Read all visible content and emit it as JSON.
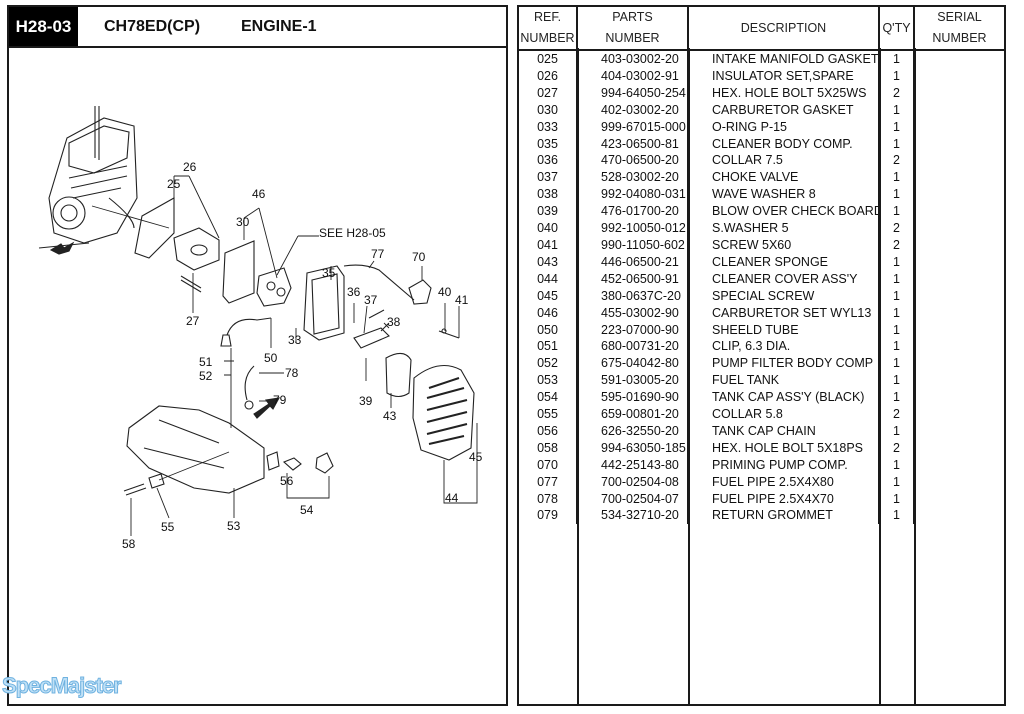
{
  "header": {
    "page_code": "H28-03",
    "model": "CH78ED(CP)",
    "section": "ENGINE-1"
  },
  "diagram": {
    "reference_note": "SEE H28-05",
    "callouts": [
      "26",
      "25",
      "46",
      "30",
      "27",
      "70",
      "77",
      "35",
      "36",
      "37",
      "38",
      "40",
      "41",
      "33",
      "50",
      "51",
      "52",
      "78",
      "79",
      "39",
      "43",
      "45",
      "44",
      "56",
      "54",
      "53",
      "55",
      "58"
    ]
  },
  "watermark": "SpecMajster",
  "table": {
    "columns": [
      {
        "line1": "REF.",
        "line2": "NUMBER"
      },
      {
        "line1": "PARTS",
        "line2": "NUMBER"
      },
      {
        "line1": "DESCRIPTION",
        "line2": ""
      },
      {
        "line1": "Q'TY",
        "line2": ""
      },
      {
        "line1": "SERIAL",
        "line2": "NUMBER"
      }
    ],
    "rows": [
      {
        "ref": "025",
        "part": "403-03002-20",
        "desc": "INTAKE MANIFOLD GASKET",
        "qty": "1",
        "serial": ""
      },
      {
        "ref": "026",
        "part": "404-03002-91",
        "desc": "INSULATOR SET,SPARE",
        "qty": "1",
        "serial": ""
      },
      {
        "ref": "027",
        "part": "994-64050-254",
        "desc": "HEX. HOLE BOLT 5X25WS",
        "qty": "2",
        "serial": ""
      },
      {
        "ref": "030",
        "part": "402-03002-20",
        "desc": "CARBURETOR GASKET",
        "qty": "1",
        "serial": ""
      },
      {
        "ref": "033",
        "part": "999-67015-000",
        "desc": "O-RING P-15",
        "qty": "1",
        "serial": ""
      },
      {
        "ref": "035",
        "part": "423-06500-81",
        "desc": "CLEANER BODY COMP.",
        "qty": "1",
        "serial": ""
      },
      {
        "ref": "036",
        "part": "470-06500-20",
        "desc": "COLLAR 7.5",
        "qty": "2",
        "serial": ""
      },
      {
        "ref": "037",
        "part": "528-03002-20",
        "desc": "CHOKE VALVE",
        "qty": "1",
        "serial": ""
      },
      {
        "ref": "038",
        "part": "992-04080-031",
        "desc": "WAVE WASHER 8",
        "qty": "1",
        "serial": ""
      },
      {
        "ref": "039",
        "part": "476-01700-20",
        "desc": "BLOW OVER CHECK BOARD",
        "qty": "1",
        "serial": ""
      },
      {
        "ref": "040",
        "part": "992-10050-012",
        "desc": "S.WASHER 5",
        "qty": "2",
        "serial": ""
      },
      {
        "ref": "041",
        "part": "990-11050-602",
        "desc": "SCREW 5X60",
        "qty": "2",
        "serial": ""
      },
      {
        "ref": "043",
        "part": "446-06500-21",
        "desc": "CLEANER SPONGE",
        "qty": "1",
        "serial": ""
      },
      {
        "ref": "044",
        "part": "452-06500-91",
        "desc": "CLEANER COVER ASS'Y",
        "qty": "1",
        "serial": ""
      },
      {
        "ref": "045",
        "part": "380-0637C-20",
        "desc": "SPECIAL SCREW",
        "qty": "1",
        "serial": ""
      },
      {
        "ref": "046",
        "part": "455-03002-90",
        "desc": "CARBURETOR SET WYL13",
        "qty": "1",
        "serial": ""
      },
      {
        "ref": "050",
        "part": "223-07000-90",
        "desc": "SHEELD TUBE",
        "qty": "1",
        "serial": ""
      },
      {
        "ref": "051",
        "part": "680-00731-20",
        "desc": "CLIP, 6.3 DIA.",
        "qty": "1",
        "serial": ""
      },
      {
        "ref": "052",
        "part": "675-04042-80",
        "desc": "PUMP FILTER BODY COMP",
        "qty": "1",
        "serial": ""
      },
      {
        "ref": "053",
        "part": "591-03005-20",
        "desc": "FUEL TANK",
        "qty": "1",
        "serial": ""
      },
      {
        "ref": "054",
        "part": "595-01690-90",
        "desc": "TANK CAP ASS'Y (BLACK)",
        "qty": "1",
        "serial": ""
      },
      {
        "ref": "055",
        "part": "659-00801-20",
        "desc": "COLLAR 5.8",
        "qty": "2",
        "serial": ""
      },
      {
        "ref": "056",
        "part": "626-32550-20",
        "desc": "TANK CAP CHAIN",
        "qty": "1",
        "serial": ""
      },
      {
        "ref": "058",
        "part": "994-63050-185",
        "desc": "HEX. HOLE BOLT 5X18PS",
        "qty": "2",
        "serial": ""
      },
      {
        "ref": "070",
        "part": "442-25143-80",
        "desc": "PRIMING PUMP COMP.",
        "qty": "1",
        "serial": ""
      },
      {
        "ref": "077",
        "part": "700-02504-08",
        "desc": "FUEL PIPE 2.5X4X80",
        "qty": "1",
        "serial": ""
      },
      {
        "ref": "078",
        "part": "700-02504-07",
        "desc": "FUEL PIPE 2.5X4X70",
        "qty": "1",
        "serial": ""
      },
      {
        "ref": "079",
        "part": "534-32710-20",
        "desc": "RETURN GROMMET",
        "qty": "1",
        "serial": ""
      }
    ]
  }
}
